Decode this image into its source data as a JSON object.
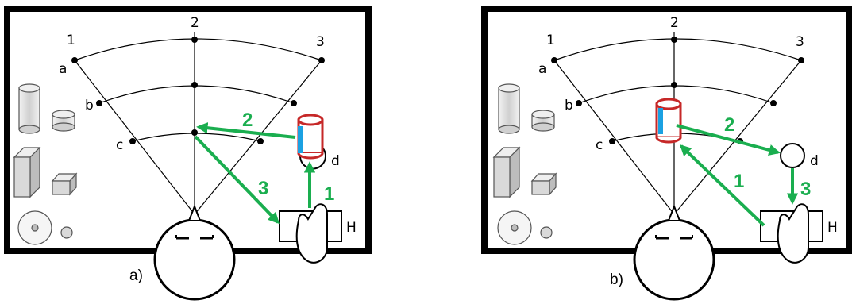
{
  "colors": {
    "arrow": "#1aae4f",
    "object_outline": "#c62828",
    "object_marker": "#1ba1e2",
    "frame": "#000000",
    "icon_fill": "#d9d9d9"
  },
  "panels": [
    {
      "caption": "a)",
      "column_labels": [
        "1",
        "2",
        "3"
      ],
      "row_labels": [
        "a",
        "b",
        "c"
      ],
      "location_label": "d",
      "hand_label": "H",
      "arrow_labels": [
        "2",
        "3",
        "1"
      ]
    },
    {
      "caption": "b)",
      "column_labels": [
        "1",
        "2",
        "3"
      ],
      "row_labels": [
        "a",
        "b",
        "c"
      ],
      "location_label": "d",
      "hand_label": "H",
      "arrow_labels": [
        "2",
        "1",
        "3"
      ]
    }
  ]
}
